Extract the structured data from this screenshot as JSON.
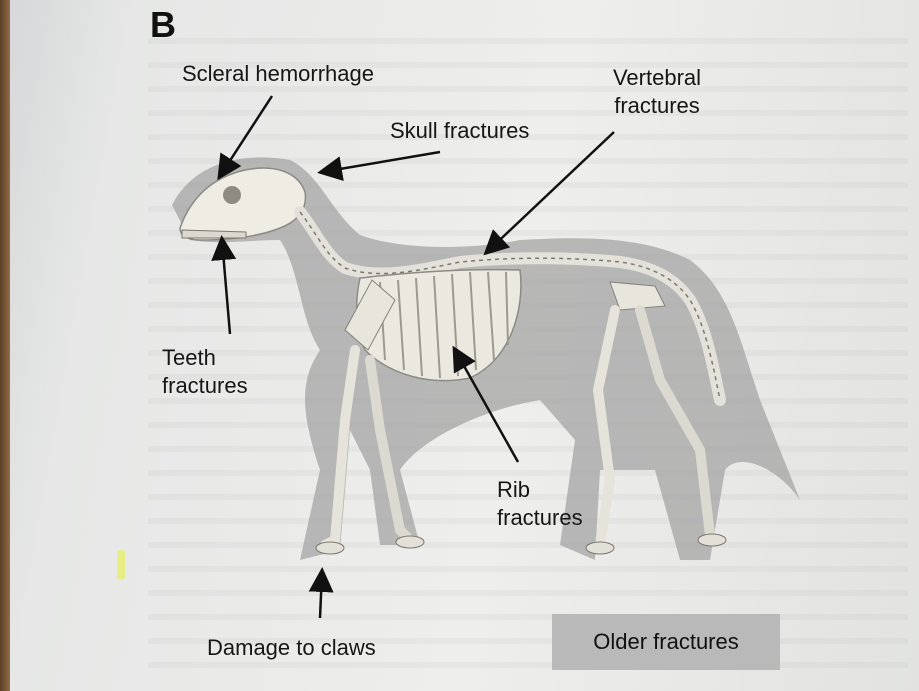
{
  "figure": {
    "panel_letter": "B",
    "labels": {
      "scleral_hemorrhage": "Scleral hemorrhage",
      "vertebral_line1": "Vertebral",
      "vertebral_line2": "fractures",
      "skull_fractures": "Skull fractures",
      "teeth_line1": "Teeth",
      "teeth_line2": "fractures",
      "rib_line1": "Rib",
      "rib_line2": "fractures",
      "damage_to_claws": "Damage to claws"
    },
    "legend": {
      "older_fractures": "Older fractures"
    },
    "colors": {
      "older_fracture_shade": "#a9a9a9",
      "bone": "#f0eee8",
      "arrow": "#111111"
    }
  }
}
